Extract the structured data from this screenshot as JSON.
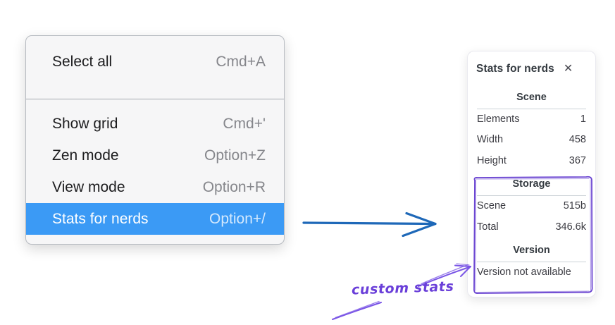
{
  "context_menu": {
    "items": [
      {
        "label": "Select all",
        "shortcut": "Cmd+A",
        "active": false
      },
      {
        "label": "Show grid",
        "shortcut": "Cmd+'",
        "active": false
      },
      {
        "label": "Zen mode",
        "shortcut": "Option+Z",
        "active": false
      },
      {
        "label": "View mode",
        "shortcut": "Option+R",
        "active": false
      },
      {
        "label": "Stats for nerds",
        "shortcut": "Option+/",
        "active": true
      }
    ],
    "highlight_color": "#3b9af5"
  },
  "stats_panel": {
    "title": "Stats for nerds",
    "close_icon": "✕",
    "sections": [
      {
        "heading": "Scene",
        "rows": [
          [
            "Elements",
            "1"
          ],
          [
            "Width",
            "458"
          ],
          [
            "Height",
            "367"
          ]
        ]
      },
      {
        "heading": "Storage",
        "rows": [
          [
            "Scene",
            "515b"
          ],
          [
            "Total",
            "346.6k"
          ]
        ]
      },
      {
        "heading": "Version",
        "rows": [],
        "note": "Version not available"
      }
    ]
  },
  "annotations": {
    "label": "custom stats",
    "label_color": "#6a3fd9",
    "box_color": "#6943d1",
    "pointer_arrow_color": "#1e68b8"
  }
}
